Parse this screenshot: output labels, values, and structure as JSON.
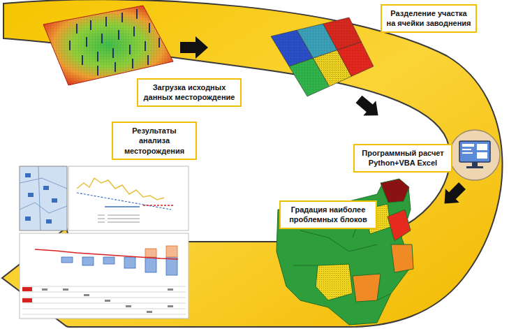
{
  "diagram": {
    "nodes": [
      {
        "text": [
          "Загрузка исходных данных месторождение"
        ]
      },
      {
        "text": [
          "Разделение участка на ячейки заводнения"
        ]
      },
      {
        "text": [
          "Программный расчет Python+VBA Excel"
        ]
      },
      {
        "text": [
          "Градация наиболее проблемных блоков"
        ]
      },
      {
        "text": [
          "Результаты анализа месторождения"
        ]
      }
    ]
  }
}
